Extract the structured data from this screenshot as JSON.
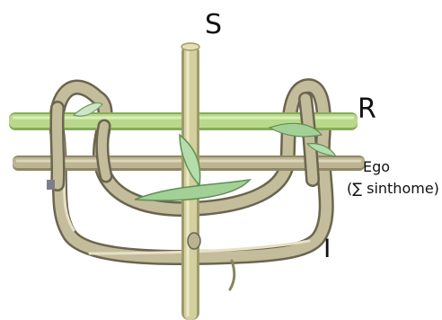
{
  "labels": {
    "s": "S",
    "r": "R",
    "ego": "Ego",
    "ego_sub": "(∑ sinthome)",
    "i": "I"
  },
  "colors": {
    "real_green": "#b9d98a",
    "real_green_dark": "#86ac5a",
    "imaginary_tan": "#b9b392",
    "imaginary_dark": "#6b6550",
    "symbolic_rod": "#cfcb98",
    "ego_rod": "#b6ae8a",
    "leaf": "#a3d096"
  }
}
